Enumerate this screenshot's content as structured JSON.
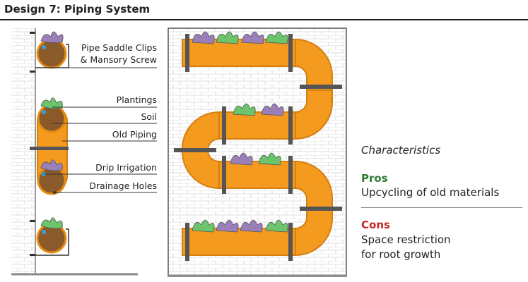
{
  "title": "Design 7: Piping System",
  "labels": {
    "pipe_saddle_1": "Pipe Saddle Clips",
    "pipe_saddle_2": "& Mansory Screw",
    "plantings": "Plantings",
    "soil": "Soil",
    "old_piping": "Old Piping",
    "drip_irrigation": "Drip Irrigation",
    "drainage_holes": "Drainage Holes"
  },
  "characteristics": "Characteristics",
  "pros": {
    "heading": "Pros",
    "text": "Upcycling of old materials"
  },
  "cons": {
    "heading": "Cons",
    "text_line1": "Space restriction",
    "text_line2": "for root growth"
  },
  "colors": {
    "pipe": "#f39a1f",
    "pipe_dark": "#d47f10",
    "brick_line": "#d0d0d0",
    "pros": "#2e7d32",
    "cons": "#c62828",
    "leaf_green": "#6cc56a",
    "leaf_purple": "#9b7fb8",
    "soil": "#8a5a2b",
    "clamp": "#555555"
  }
}
